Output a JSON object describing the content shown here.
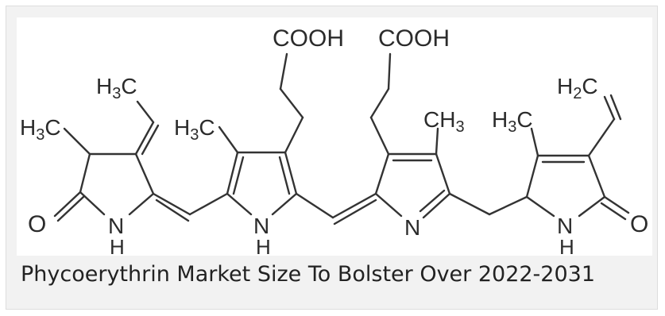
{
  "figure": {
    "caption": "Phycoerythrin Market Size To Bolster Over 2022-2031",
    "labels": {
      "cooh_left": "COOH",
      "cooh_right": "COOH",
      "h3c_ethylidene": "H3C",
      "h3c_ring1": "H3C",
      "h3c_ring2": "H3C",
      "ch3_ring3": "CH3",
      "h3c_ring4": "H3C",
      "h2c_vinyl": "H2C",
      "o_left": "O",
      "o_right": "O",
      "nh_ring1_n": "N",
      "nh_ring1_h": "H",
      "nh_ring2_n": "N",
      "nh_ring2_h": "H",
      "n_ring3": "N",
      "nh_ring4_n": "N",
      "nh_ring4_h": "H"
    }
  },
  "colors": {
    "bond": "#333333",
    "text": "#2b2b2b",
    "card": "#f2f2f2"
  }
}
